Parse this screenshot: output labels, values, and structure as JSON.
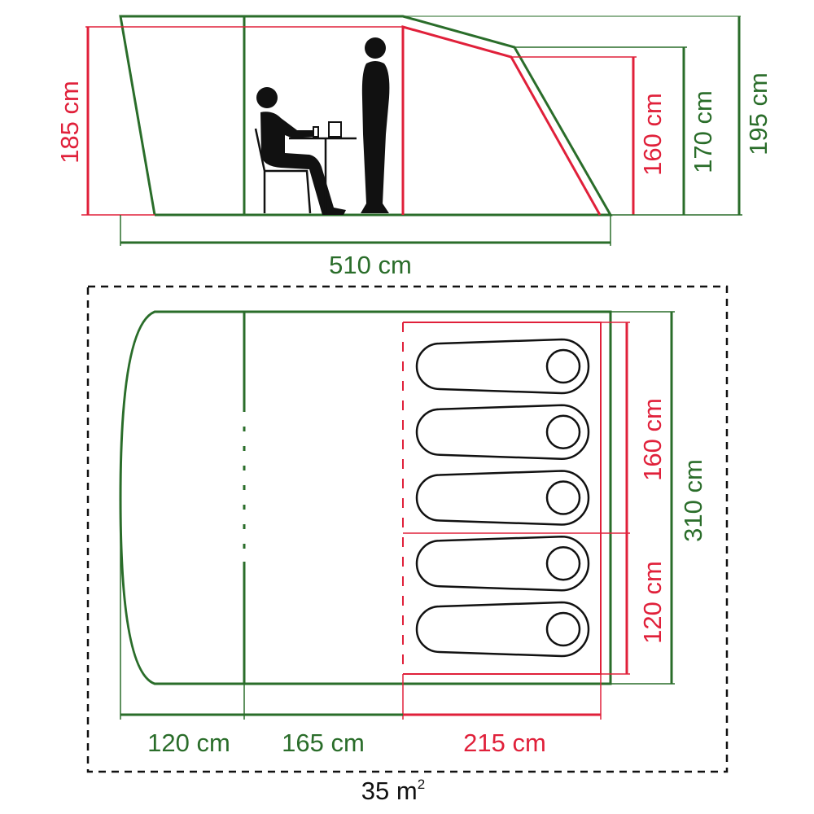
{
  "title": "Tent dimensions diagram",
  "colors": {
    "outer": "#2a6d2a",
    "inner": "#e0203a",
    "figures": "#111111"
  },
  "side_view": {
    "inner_height_label": "185 cm",
    "bedroom_height_label": "160 cm",
    "rear_height_label": "170 cm",
    "total_height_label": "195 cm",
    "length_label": "510 cm"
  },
  "floor_plan": {
    "bedroom_width_1_label": "160 cm",
    "bedroom_width_2_label": "120 cm",
    "total_width_label": "310 cm",
    "porch_depth_label": "120 cm",
    "living_depth_label": "165 cm",
    "bedroom_depth_label": "215 cm",
    "area_label": "35 m",
    "area_unit_superscript": "2",
    "sleeping_bags": 5
  }
}
